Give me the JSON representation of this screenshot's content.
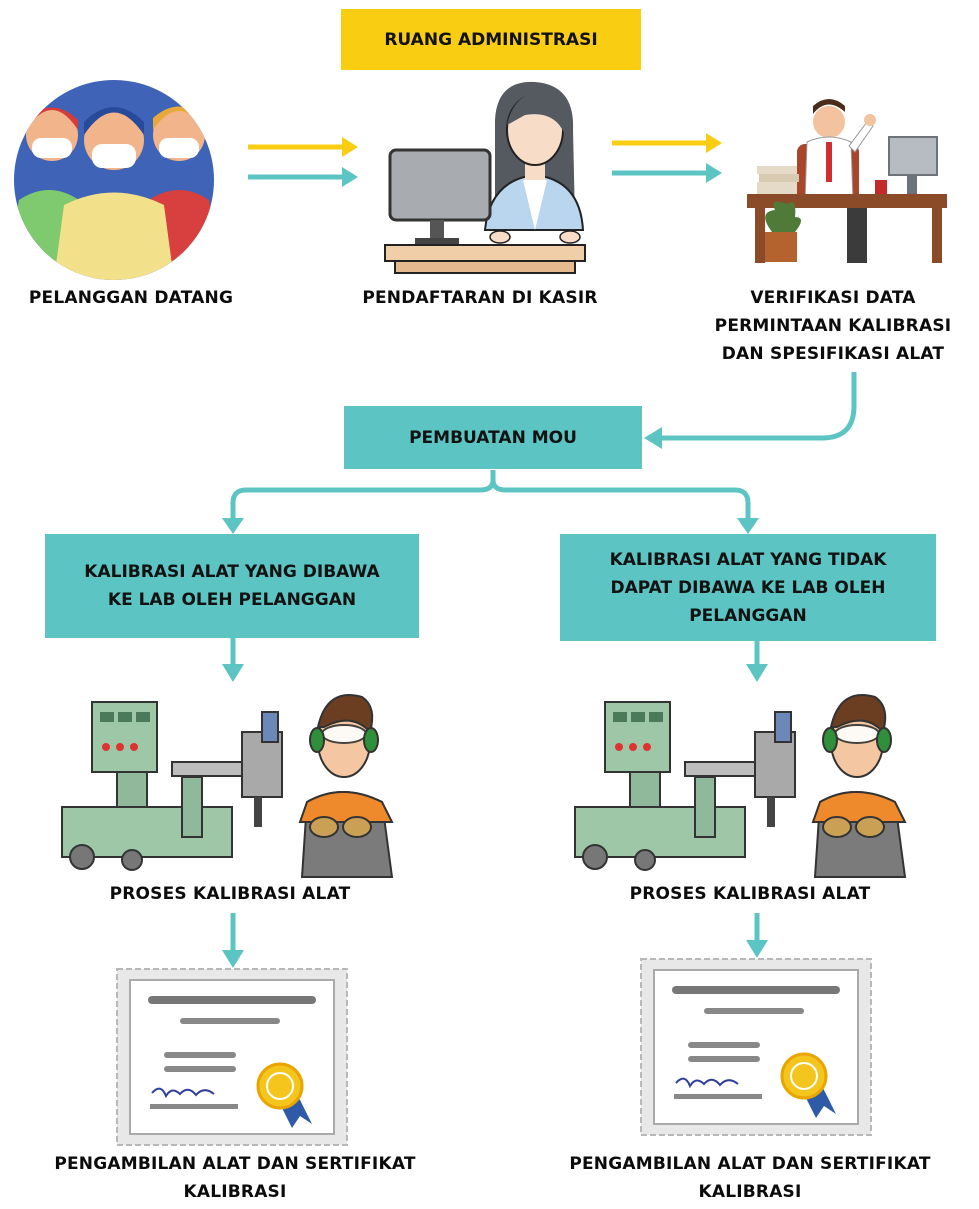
{
  "header": {
    "title": "RUANG ADMINISTRASI"
  },
  "steps": {
    "customers": "PELANGGAN DATANG",
    "cashier": "PENDAFTARAN DI KASIR",
    "verification": [
      "VERIFIKASI DATA",
      "PERMINTAAN KALIBRASI",
      "DAN SPESIFIKASI ALAT"
    ],
    "mou": "PEMBUATAN MOU"
  },
  "branch_left": {
    "title": [
      "KALIBRASI ALAT YANG DIBAWA",
      "KE LAB OLEH PELANGGAN"
    ],
    "process": "PROSES KALIBRASI ALAT",
    "result": [
      "PENGAMBILAN ALAT DAN SERTIFIKAT",
      "KALIBRASI"
    ]
  },
  "branch_right": {
    "title": [
      "KALIBRASI ALAT YANG TIDAK",
      "DAPAT DIBAWA KE LAB OLEH",
      "PELANGGAN"
    ],
    "process": "PROSES KALIBRASI ALAT",
    "result": [
      "PENGAMBILAN ALAT DAN SERTIFIKAT",
      "KALIBRASI"
    ]
  },
  "colors": {
    "yellow": "#f8cd12",
    "teal": "#5cc4c2"
  },
  "icons": [
    "customers-illustration",
    "cashier-illustration",
    "office-worker-illustration",
    "calibration-machine-illustration",
    "technician-illustration",
    "certificate-illustration"
  ]
}
